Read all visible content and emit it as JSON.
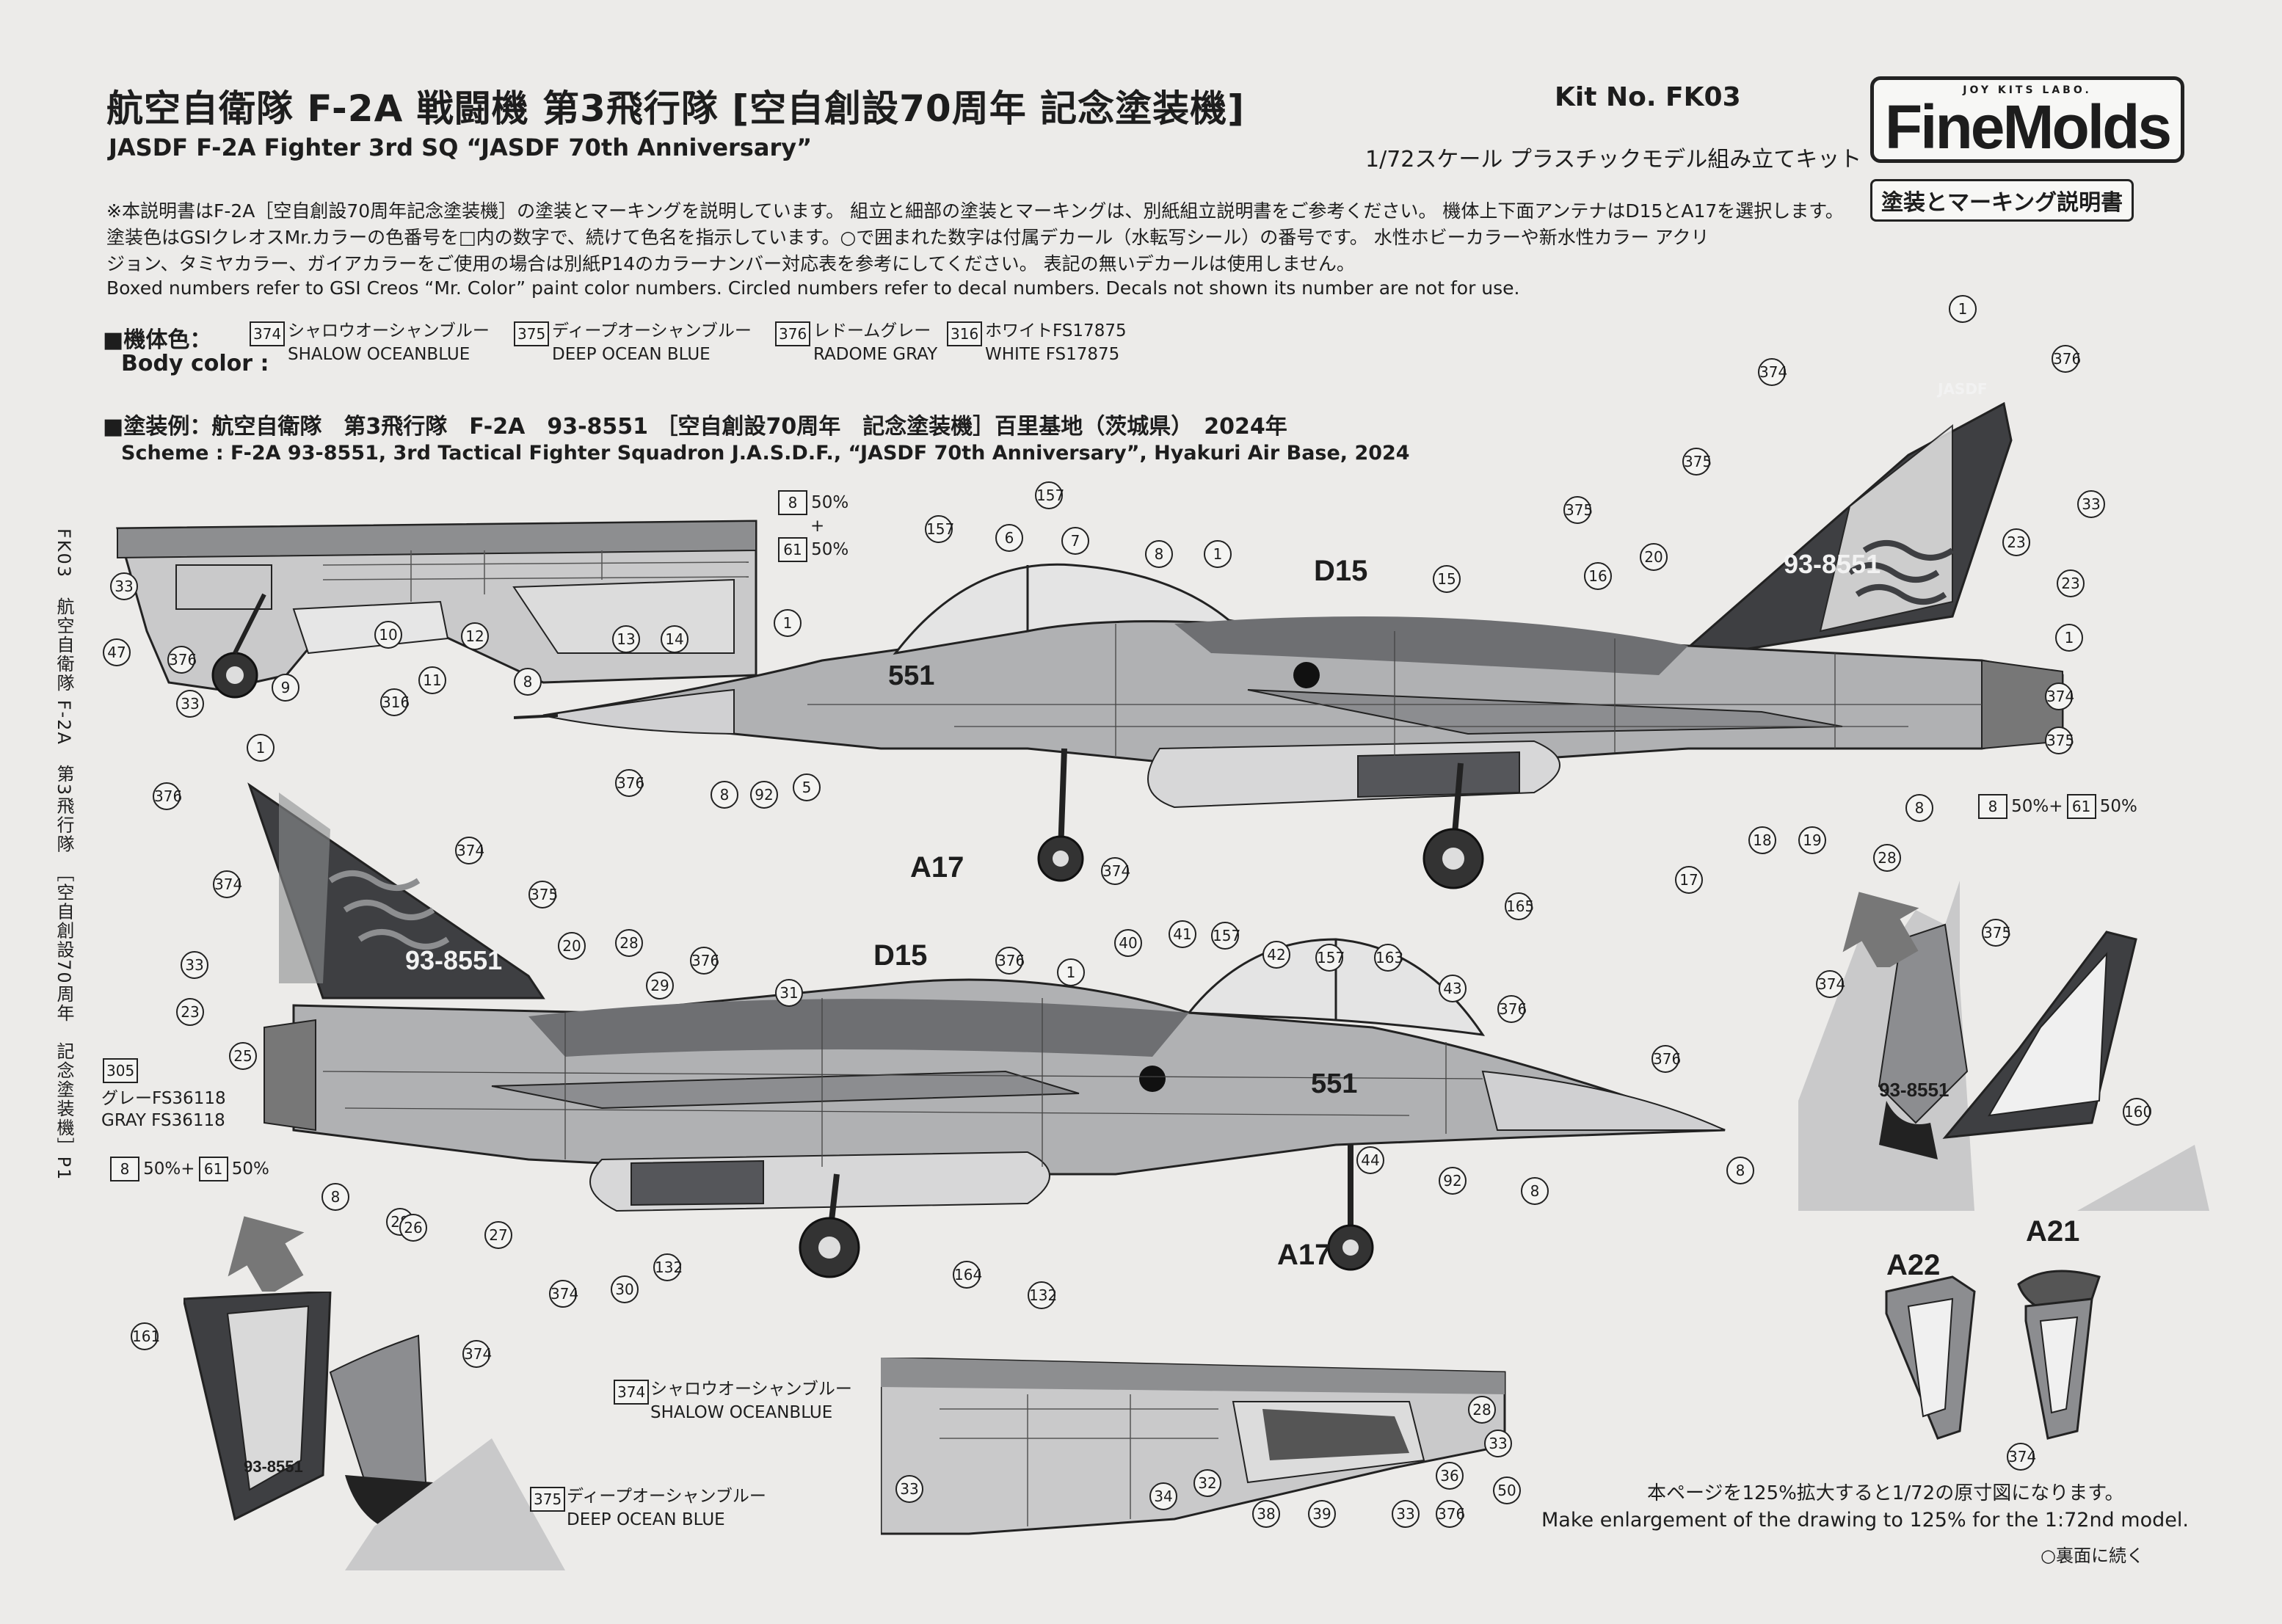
{
  "header": {
    "title_jp": "航空自衛隊 F-2A 戦闘機 第3飛行隊 [空自創設70周年 記念塗装機]",
    "title_en": "JASDF F-2A Fighter 3rd SQ “JASDF 70th Anniversary”",
    "kit_no": "Kit No. FK03",
    "scale_jp": "1/72スケール プラスチックモデル組み立てキット"
  },
  "logo": {
    "small": "JOY KITS LABO.",
    "main": "FineMolds",
    "sub": "塗装とマーキング説明書"
  },
  "notes": {
    "line1": "※本説明書はF-2A［空自創設70周年記念塗装機］の塗装とマーキングを説明しています。 組立と細部の塗装とマーキングは、別紙組立説明書をご参考ください。 機体上下面アンテナはD15とA17を選択します。",
    "line2": "塗装色はGSIクレオスMr.カラーの色番号を□内の数字で、続けて色名を指示しています。○で囲まれた数字は付属デカール（水転写シール）の番号です。 水性ホビーカラーや新水性カラー アクリ",
    "line3": "ジョン、タミヤカラー、ガイアカラーをご使用の場合は別紙P14のカラーナンバー対応表を参考にしてください。 表記の無いデカールは使用しません。",
    "line4": "Boxed numbers refer to GSI Creos “Mr. Color” paint color numbers. Circled numbers refer to decal numbers. Decals not shown its number are not for use."
  },
  "body_color": {
    "label_jp": "■機体色：",
    "label_en": "Body color :",
    "items": [
      {
        "num": "374",
        "jp": "シャロウオーシャンブルー",
        "en": "SHALOW OCEANBLUE"
      },
      {
        "num": "375",
        "jp": "ディープオーシャンブルー",
        "en": "DEEP OCEAN BLUE"
      },
      {
        "num": "376",
        "jp": "レドームグレー",
        "en": "RADOME GRAY"
      },
      {
        "num": "316",
        "jp": "ホワイトFS17875",
        "en": "WHITE FS17875"
      }
    ]
  },
  "scheme": {
    "jp": "■塗装例：航空自衛隊　第3飛行隊　F-2A　93-8551 ［空自創設70周年　記念塗装機］百里基地（茨城県）　2024年",
    "en": "Scheme : F-2A 93-8551, 3rd Tactical Fighter Squadron J.A.S.D.F., “JASDF 70th Anniversary”, Hyakuri Air Base, 2024"
  },
  "side_text": "FK03　航空自衛隊 F-2A　第3飛行隊　［空自創設70周年　記念塗装機］P1",
  "aircraft": {
    "serial": "93-8551",
    "nose_number": "551",
    "tail_text": "JASDF",
    "antenna_top": "D15",
    "antenna_bottom": "A17",
    "door_a22": "A22",
    "door_a21": "A21"
  },
  "mix_note": {
    "pct1": "50%",
    "plus": "+",
    "pct2": "50%",
    "combo": "50%+"
  },
  "gray_note": {
    "num": "305",
    "jp": "グレーFS36118",
    "en": "GRAY FS36118"
  },
  "bottom_color_notes": [
    {
      "num": "374",
      "jp": "シャロウオーシャンブルー",
      "en": "SHALOW OCEANBLUE"
    },
    {
      "num": "375",
      "jp": "ディープオーシャンブルー",
      "en": "DEEP OCEAN BLUE"
    }
  ],
  "footer": {
    "jp": "本ページを125%拡大すると1/72の原寸図になります。",
    "en": "Make enlargement of the drawing to 125% for the 1:72nd model.",
    "next": "○裏面に続く"
  },
  "colors": {
    "paper": "#ecebe9",
    "light_blue": "#a9aaac",
    "deep_blue": "#3e3f42",
    "gray": "#c8c8c8",
    "ink": "#1d1d1d"
  }
}
